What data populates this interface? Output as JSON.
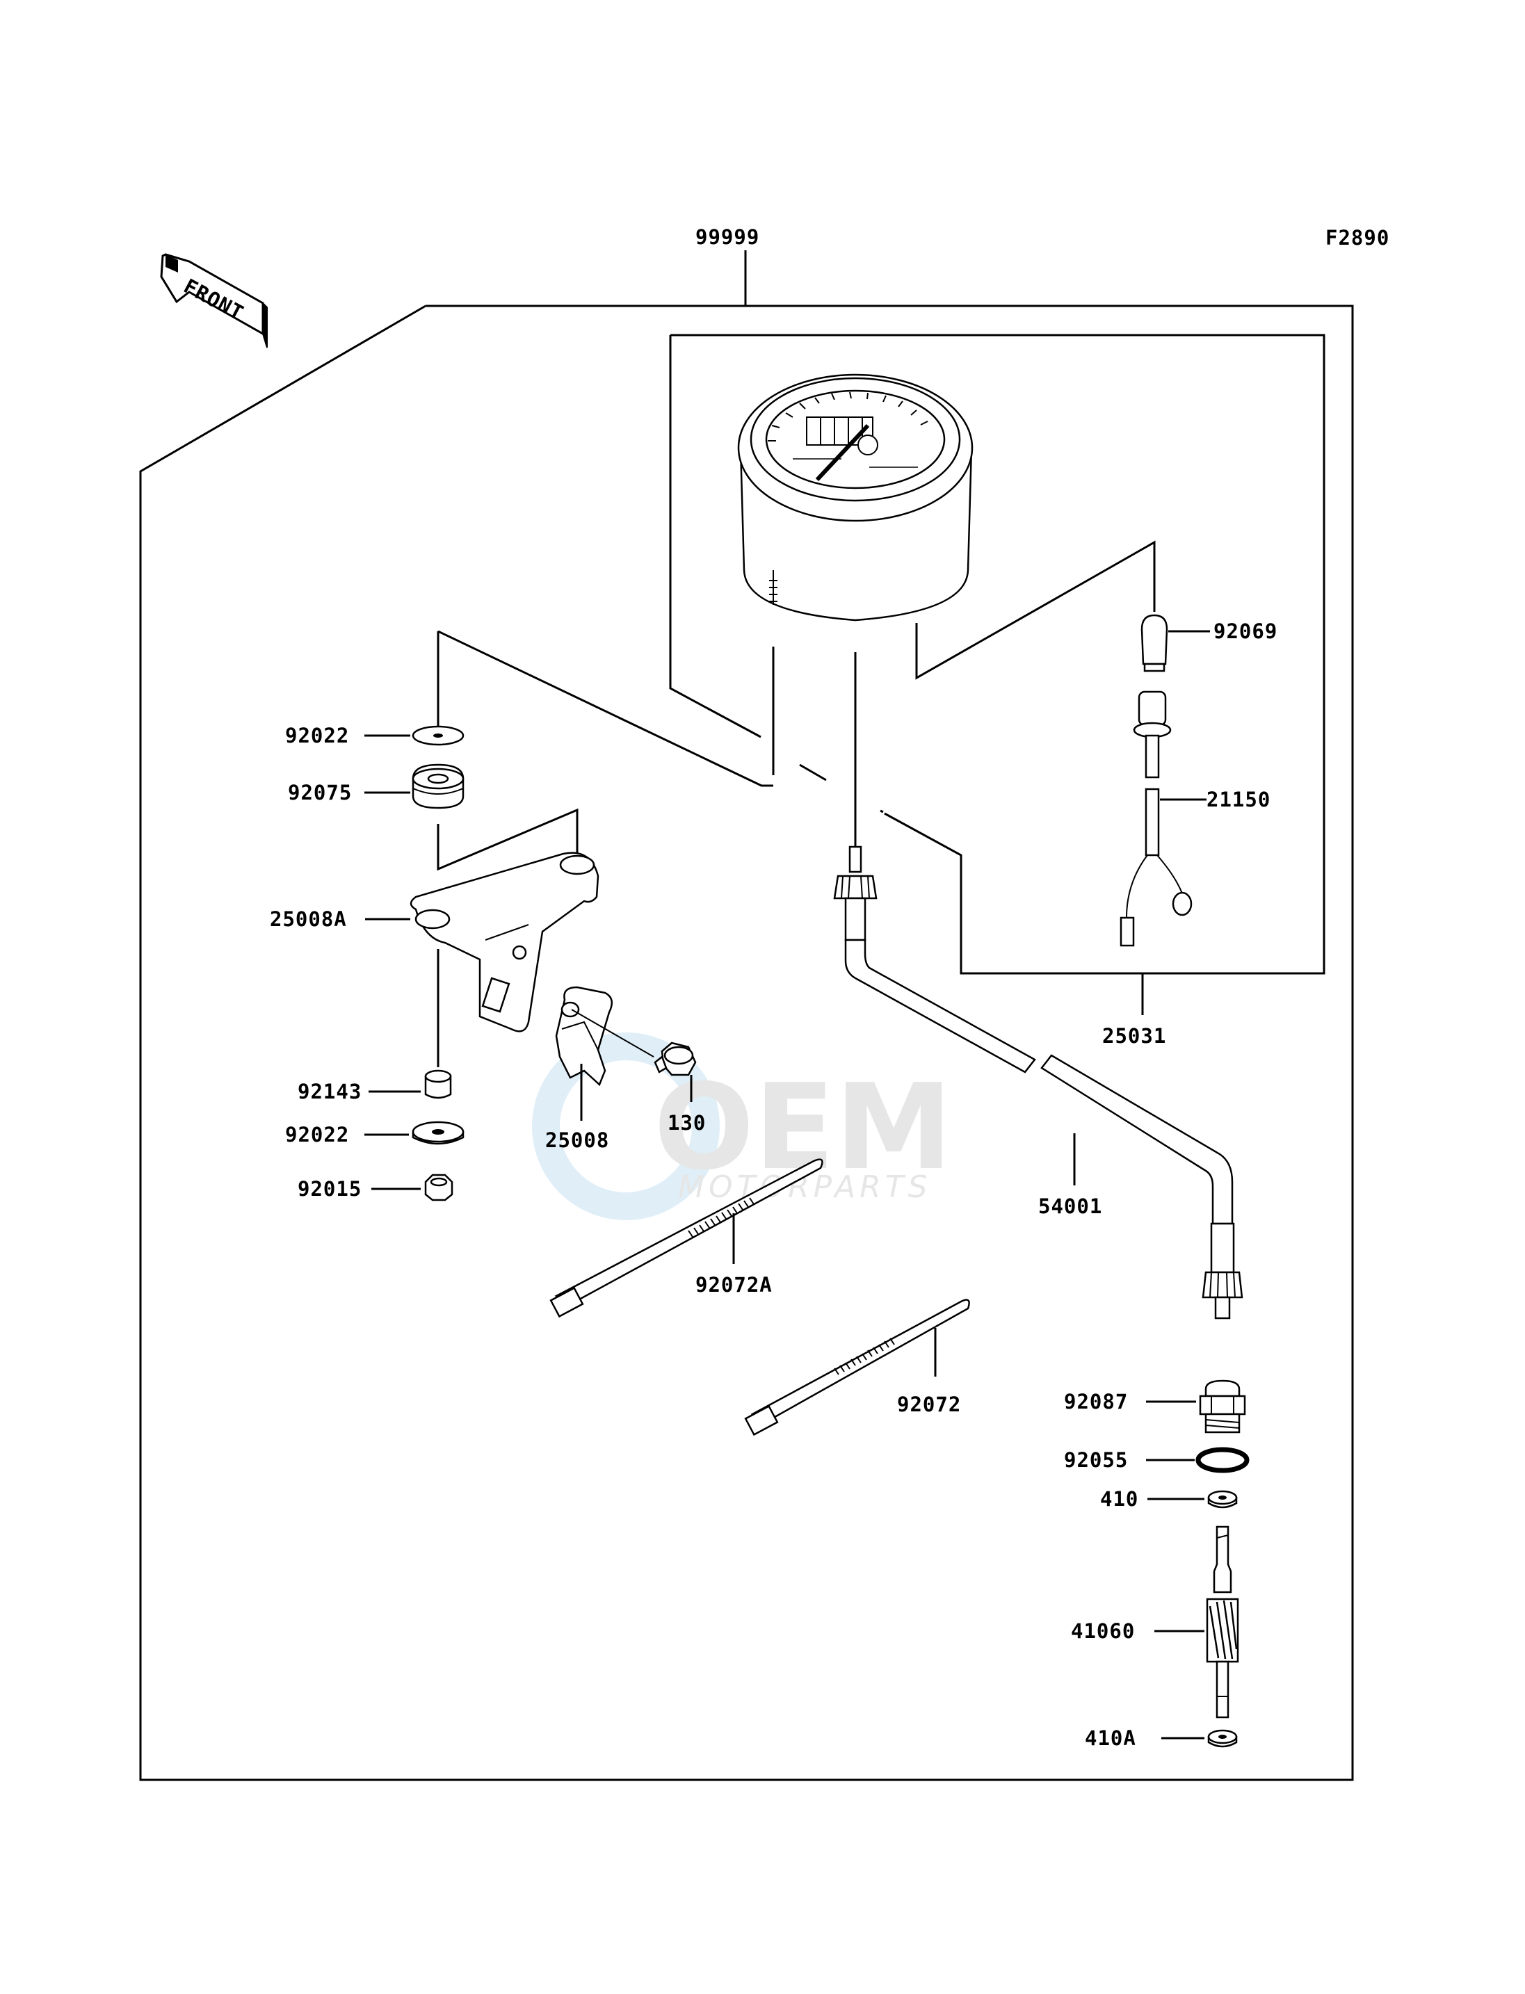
{
  "diagram": {
    "figure_code": "F2890",
    "front_arrow_text": "FRONT",
    "watermark": {
      "logo_text": "OEM",
      "sub_text": "MOTORPARTS"
    },
    "labels": {
      "assembly": "99999",
      "bulb": "92069",
      "meter_unit": "25031",
      "socket_wire": "21150",
      "washer_top": "92022",
      "grommet": "92075",
      "bracket": "25008A",
      "collar": "92143",
      "washer_bottom": "92022",
      "nut": "92015",
      "clamp": "25008",
      "bolt": "130",
      "cable": "54001",
      "band_a": "92072A",
      "band": "92072",
      "fitting": "92087",
      "oring": "92055",
      "washer_410": "410",
      "pinion_shaft": "41060",
      "washer_410a": "410A"
    }
  }
}
